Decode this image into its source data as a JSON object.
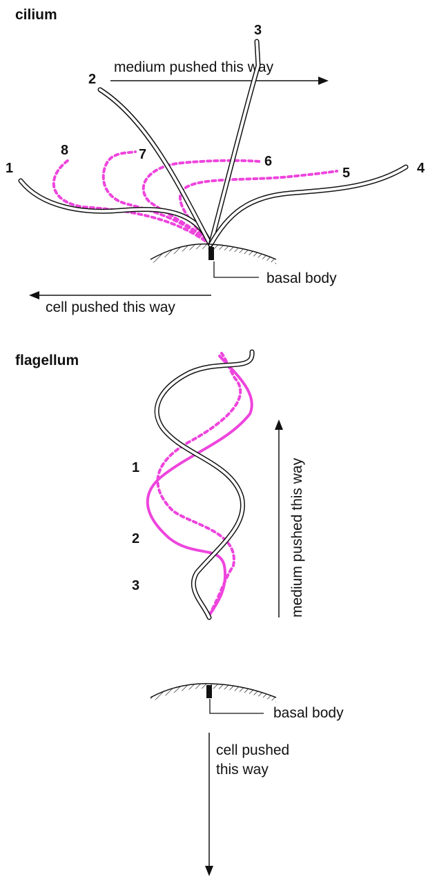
{
  "colors": {
    "ink": "#111111",
    "beat": "#ee44dd",
    "paper": "#ffffff"
  },
  "cilium": {
    "title": "cilium",
    "positions": [
      "1",
      "2",
      "3",
      "4",
      "5",
      "6",
      "7",
      "8"
    ],
    "medium_label": "medium pushed this way",
    "cell_label": "cell pushed this way",
    "basal_label": "basal body"
  },
  "flagellum": {
    "title": "flagellum",
    "positions": [
      "1",
      "2",
      "3"
    ],
    "medium_label": "medium pushed this way",
    "cell_label_line1": "cell pushed",
    "cell_label_line2": "this way",
    "basal_label": "basal body"
  }
}
